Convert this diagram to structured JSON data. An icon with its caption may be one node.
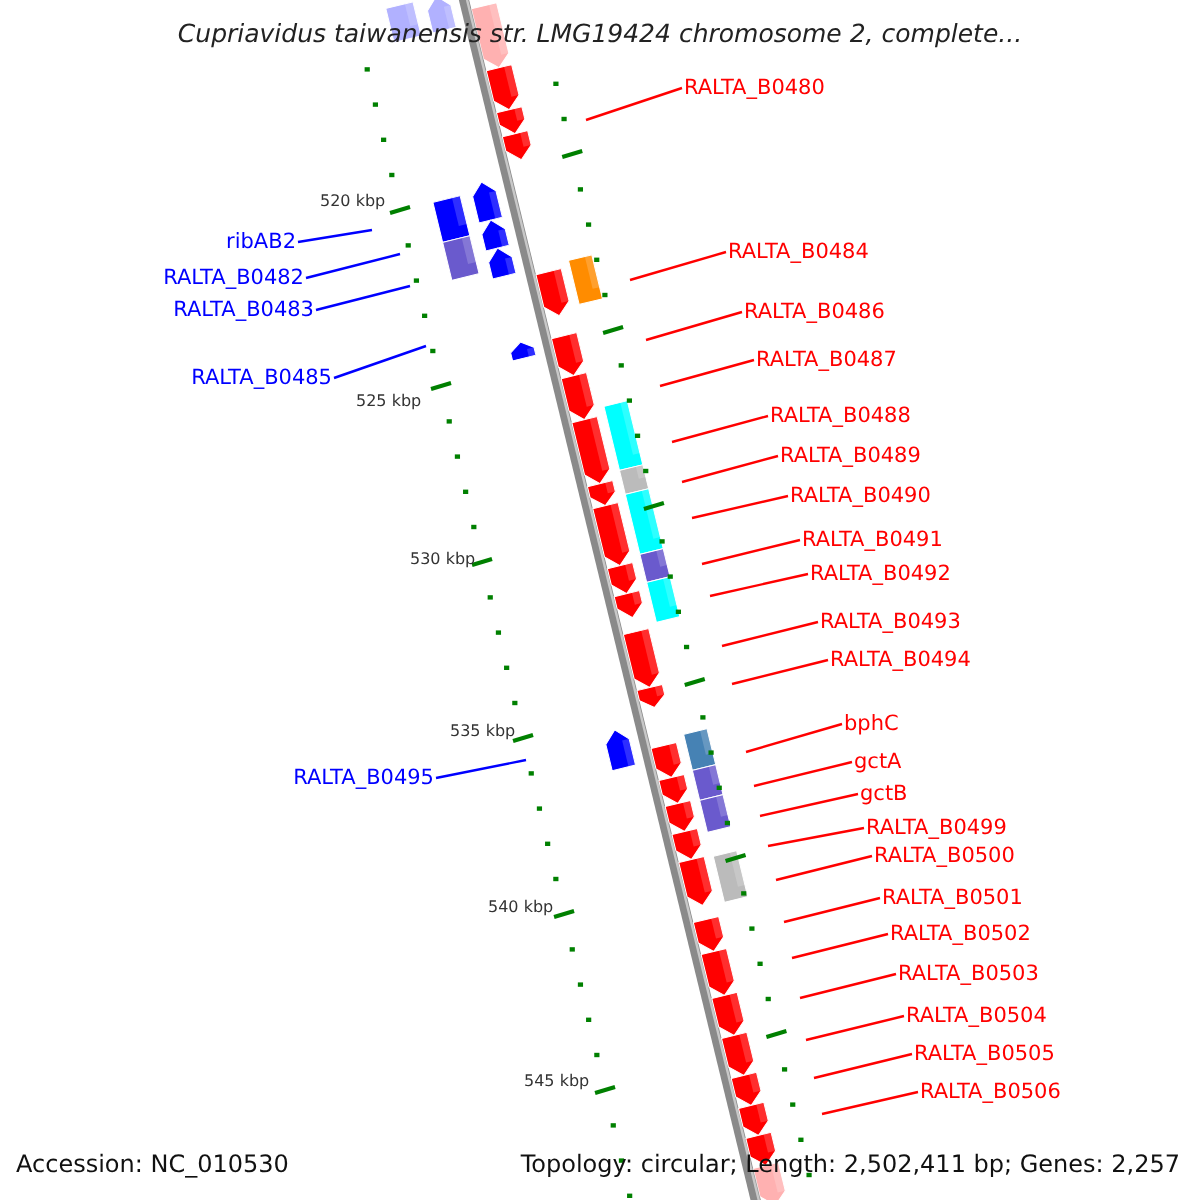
{
  "diagram": {
    "title": "Cupriavidus taiwanensis str. LMG19424 chromosome 2, complete...",
    "nodes": [
      {
        "text": [
          "RALTA_B0480"
        ]
      },
      {
        "text": [
          "ribAB2"
        ]
      },
      {
        "text": [
          "RALTA_B0484"
        ]
      },
      {
        "text": [
          "RALTA_B0482"
        ]
      },
      {
        "text": [
          "RALTA_B0483"
        ]
      },
      {
        "text": [
          "RALTA_B0486"
        ]
      },
      {
        "text": [
          "RALTA_B0487"
        ]
      },
      {
        "text": [
          "RALTA_B0485"
        ]
      },
      {
        "text": [
          "RALTA_B0488"
        ]
      },
      {
        "text": [
          "RALTA_B0489"
        ]
      },
      {
        "text": [
          "RALTA_B0490"
        ]
      },
      {
        "text": [
          "RALTA_B0491"
        ]
      },
      {
        "text": [
          "RALTA_B0492"
        ]
      },
      {
        "text": [
          "RALTA_B0493"
        ]
      },
      {
        "text": [
          "RALTA_B0494"
        ]
      },
      {
        "text": [
          "bphC"
        ]
      },
      {
        "text": [
          "gctA"
        ]
      },
      {
        "text": [
          "RALTA_B0495"
        ]
      },
      {
        "text": [
          "gctB"
        ]
      },
      {
        "text": [
          "RALTA_B0499"
        ]
      },
      {
        "text": [
          "RALTA_B0500"
        ]
      },
      {
        "text": [
          "RALTA_B0501"
        ]
      },
      {
        "text": [
          "RALTA_B0502"
        ]
      },
      {
        "text": [
          "RALTA_B0503"
        ]
      },
      {
        "text": [
          "RALTA_B0504"
        ]
      },
      {
        "text": [
          "RALTA_B0505"
        ]
      },
      {
        "text": [
          "RALTA_B0506"
        ]
      }
    ],
    "edges": [
      {
        "from": 0,
        "to": null,
        "arrow": "none"
      },
      {
        "from": 1,
        "to": null,
        "arrow": "none",
        "color": "#0000ff"
      },
      {
        "from": 2,
        "to": null,
        "arrow": "none"
      },
      {
        "from": 3,
        "to": null,
        "arrow": "none",
        "color": "#0000ff"
      },
      {
        "from": 4,
        "to": null,
        "arrow": "none",
        "color": "#0000ff"
      },
      {
        "from": 5,
        "to": null,
        "arrow": "none"
      },
      {
        "from": 6,
        "to": null,
        "arrow": "none"
      },
      {
        "from": 7,
        "to": null,
        "arrow": "none",
        "color": "#0000ff"
      },
      {
        "from": 8,
        "to": null,
        "arrow": "none"
      },
      {
        "from": 9,
        "to": null,
        "arrow": "none"
      },
      {
        "from": 10,
        "to": null,
        "arrow": "none"
      },
      {
        "from": 11,
        "to": null,
        "arrow": "none"
      },
      {
        "from": 12,
        "to": null,
        "arrow": "none"
      },
      {
        "from": 13,
        "to": null,
        "arrow": "none"
      },
      {
        "from": 14,
        "to": null,
        "arrow": "none"
      },
      {
        "from": 15,
        "to": null,
        "arrow": "none"
      },
      {
        "from": 16,
        "to": null,
        "arrow": "none"
      },
      {
        "from": 17,
        "to": null,
        "arrow": "none",
        "color": "#0000ff"
      },
      {
        "from": 18,
        "to": null,
        "arrow": "none"
      },
      {
        "from": 19,
        "to": null,
        "arrow": "none"
      },
      {
        "from": 20,
        "to": null,
        "arrow": "none"
      },
      {
        "from": 21,
        "to": null,
        "arrow": "none"
      },
      {
        "from": 22,
        "to": null,
        "arrow": "none"
      },
      {
        "from": 23,
        "to": null,
        "arrow": "none"
      },
      {
        "from": 24,
        "to": null,
        "arrow": "none"
      },
      {
        "from": 25,
        "to": null,
        "arrow": "none"
      },
      {
        "from": 26,
        "to": null,
        "arrow": "none"
      }
    ],
    "labels": [
      "520 kbp",
      "525 kbp",
      "530 kbp",
      "535 kbp",
      "540 kbp",
      "545 kbp",
      "Accession: NC_010530",
      "Topology: circular; Length: 2,502,411 bp; Genes: 2,257"
    ]
  }
}
